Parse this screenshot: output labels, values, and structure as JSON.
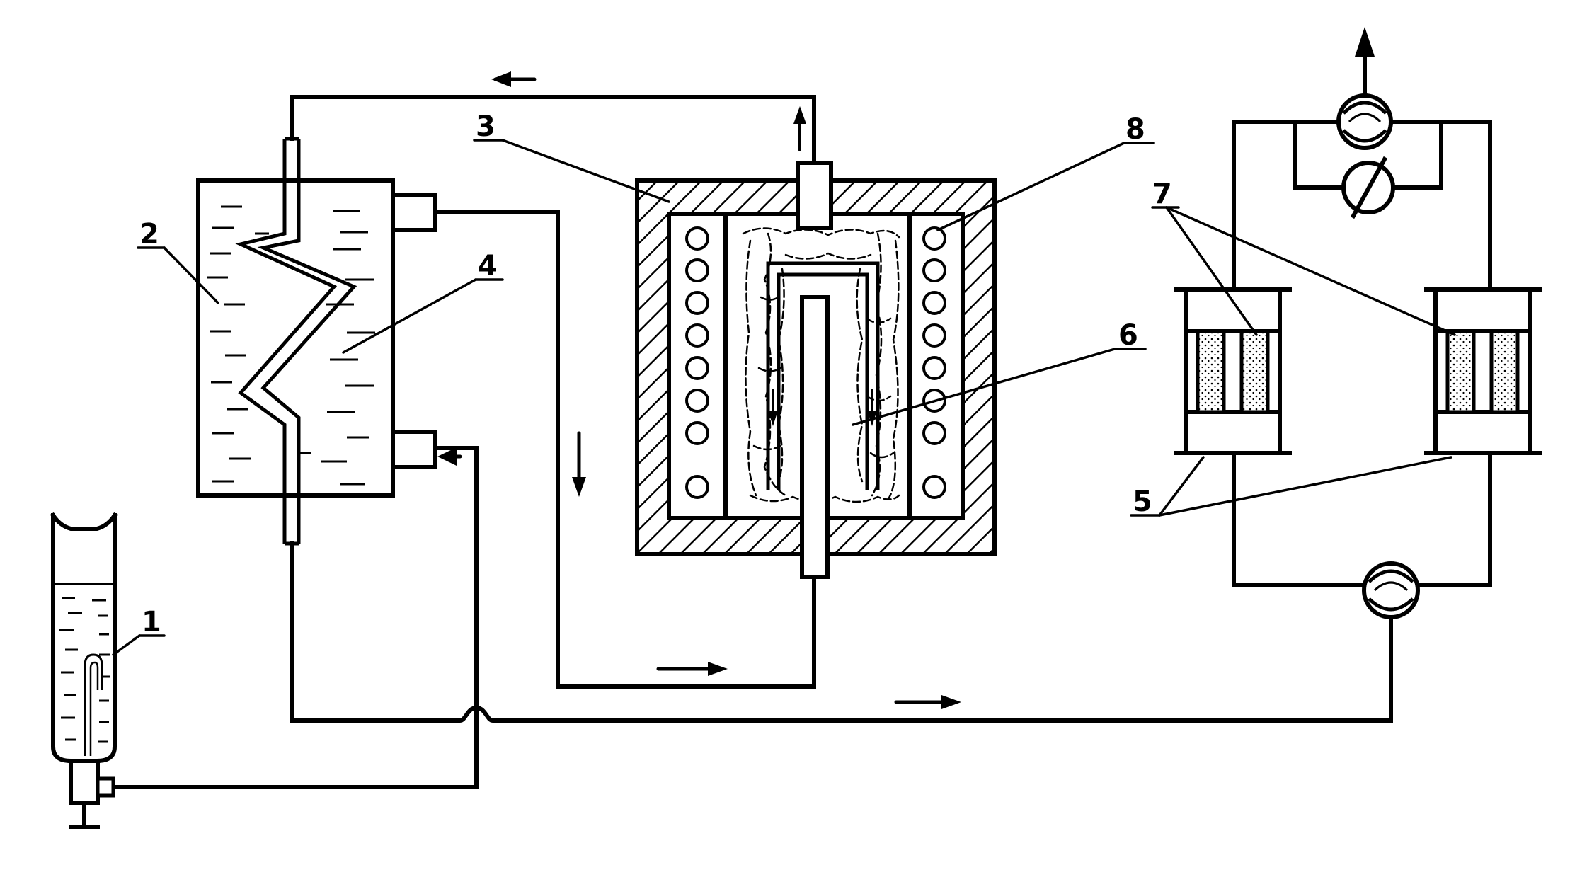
{
  "labels": {
    "l1": "1",
    "l2": "2",
    "l3": "3",
    "l4": "4",
    "l5": "5",
    "l6": "6",
    "l7": "7",
    "l8": "8"
  },
  "colors": {
    "stroke": "#000000",
    "background": "#ffffff"
  },
  "icons": {
    "arrow": "flow-arrow-icon",
    "pump": "pump-icon",
    "valve": "valve-icon"
  }
}
